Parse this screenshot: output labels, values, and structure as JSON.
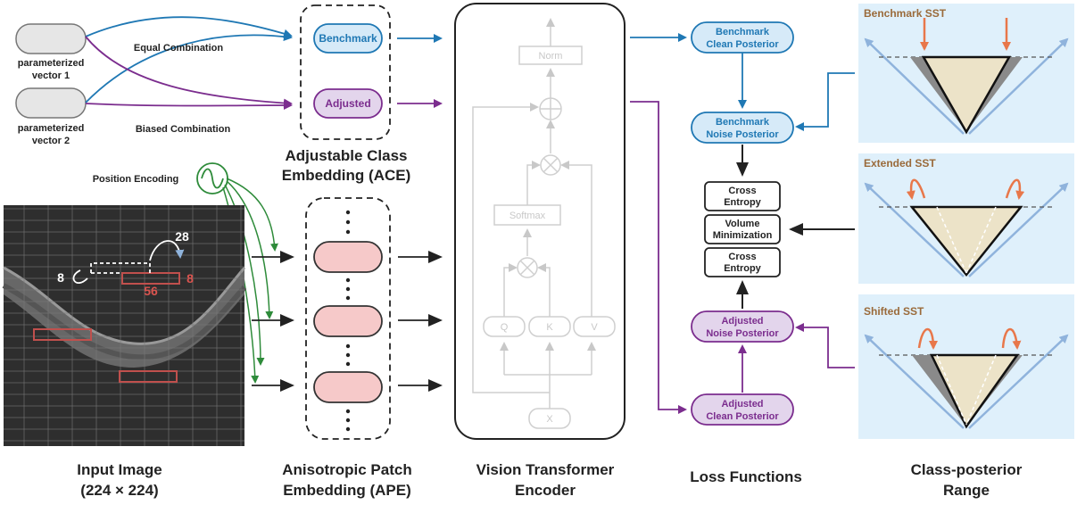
{
  "vectors": {
    "vector1": [
      "parameterized",
      "vector 1"
    ],
    "vector2": [
      "parameterized",
      "vector 2"
    ]
  },
  "combinations": {
    "equal": "Equal Combination",
    "biased": "Biased Combination"
  },
  "ace": {
    "benchmark": "Benchmark",
    "adjusted": "Adjusted",
    "caption": [
      "Adjustable Class",
      "Embedding (ACE)"
    ]
  },
  "position_encoding": "Position Encoding",
  "input_image": {
    "caption": [
      "Input Image",
      "(224 × 224)"
    ],
    "shift_h": "8",
    "shift_v": "28",
    "patch_w": "56",
    "patch_h": "8"
  },
  "ape": {
    "caption": [
      "Anisotropic Patch",
      "Embedding (APE)"
    ]
  },
  "vit": {
    "norm": "Norm",
    "softmax": "Softmax",
    "q": "Q",
    "k": "K",
    "v": "V",
    "x": "X",
    "caption": [
      "Vision Transformer",
      "Encoder"
    ]
  },
  "loss": {
    "benchmark_clean": [
      "Benchmark",
      "Clean Posterior"
    ],
    "benchmark_noise": [
      "Benchmark",
      "Noise Posterior"
    ],
    "ce1": [
      "Cross",
      "Entropy"
    ],
    "vm": [
      "Volume",
      "Minimization"
    ],
    "ce2": [
      "Cross",
      "Entropy"
    ],
    "adjusted_noise": [
      "Adjusted",
      "Noise Posterior"
    ],
    "adjusted_clean": [
      "Adjusted",
      "Clean Posterior"
    ],
    "caption": "Loss Functions"
  },
  "range": {
    "benchmark": "Benchmark SST",
    "extended": "Extended SST",
    "shifted": "Shifted SST",
    "caption": [
      "Class-posterior",
      "Range"
    ]
  },
  "colors": {
    "blue": "#1f78b4",
    "purple": "#7b2d8e",
    "green": "#2e8b3a",
    "orange": "#e8774a",
    "panel": "#dff0fb",
    "patch": "#f6c9c9"
  }
}
